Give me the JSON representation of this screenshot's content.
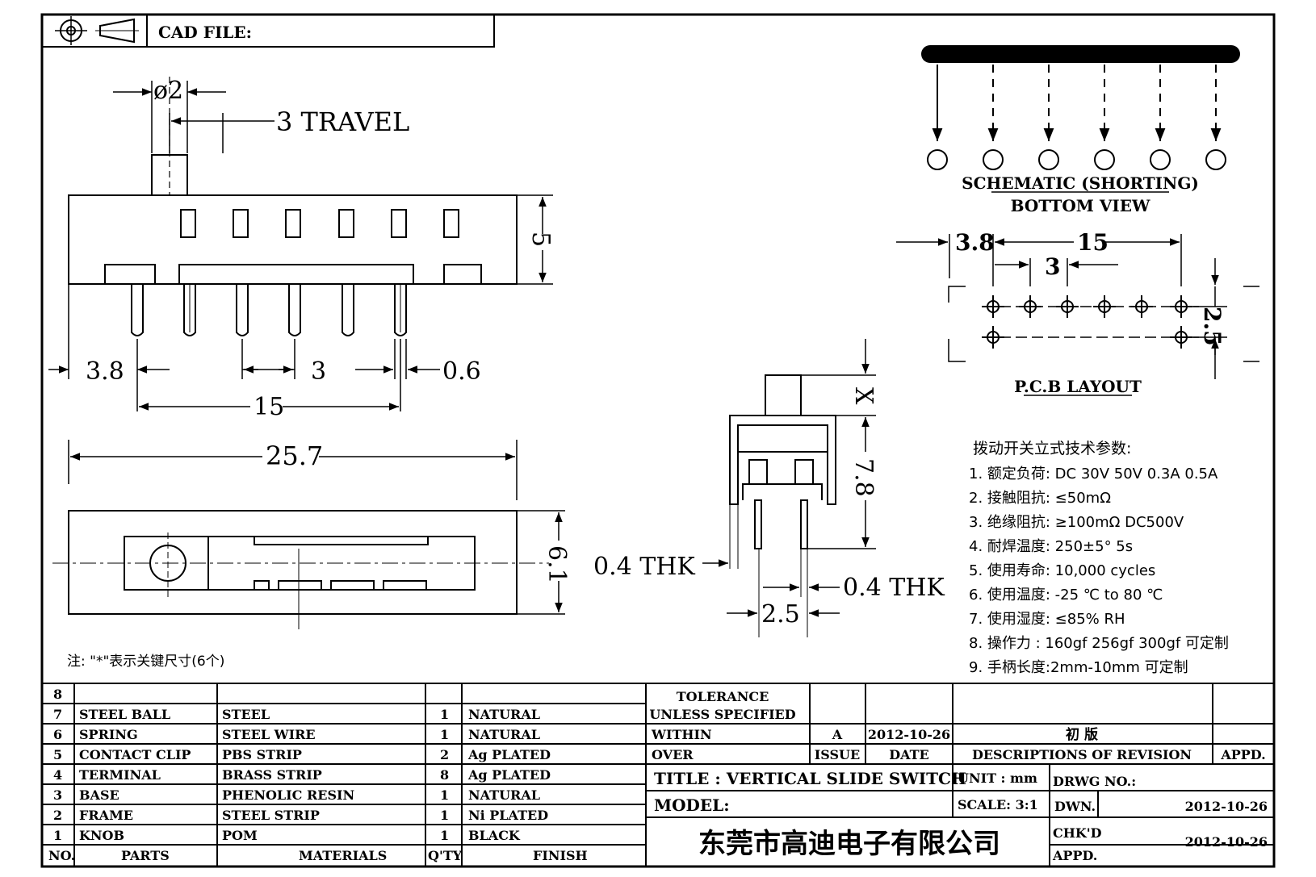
{
  "header": {
    "cad_file_label": "CAD FILE:"
  },
  "dims": {
    "phi2": "ø2",
    "travel": "3 TRAVEL",
    "h5": "5",
    "d38_front": "3.8",
    "d3_front": "3",
    "d06_front": "0.6",
    "d15_front": "15",
    "d257": "25.7",
    "d61": "6.1",
    "side_x": "X",
    "side_78": "7.8",
    "side_04_left": "0.4  THK",
    "side_04_right": "0.4  THK",
    "side_25": "2.5",
    "pcb_38": "3.8",
    "pcb_15": "15",
    "pcb_3": "3",
    "pcb_25": "2.5"
  },
  "schematic": {
    "title": "SCHEMATIC (SHORTING)",
    "subtitle": "BOTTOM  VIEW"
  },
  "pcb": {
    "title": "P.C.B LAYOUT"
  },
  "specs": {
    "heading": "拨动开关立式技术参数:",
    "items": [
      "1.  额定负荷: DC 30V    50V    0.3A    0.5A",
      "2.  接触阻抗:  ≤50mΩ",
      "3.  绝缘阻抗:  ≥100mΩ   DC500V",
      "4.  耐焊温度: 250±5°  5s",
      "5.  使用寿命: 10,000 cycles",
      "6.  使用温度: -25  ℃  to 80  ℃",
      "7.  使用湿度:  ≤85% RH",
      "8.  操作力 : 160gf    256gf    300gf  可定制",
      "9.  手柄长度:2mm-10mm   可定制"
    ]
  },
  "note": "注: \"*\"表示关键尺寸(6个)",
  "bom": {
    "rows": [
      {
        "no": "8",
        "part": "",
        "material": "",
        "qty": "",
        "finish": ""
      },
      {
        "no": "7",
        "part": "STEEL BALL",
        "material": "STEEL",
        "qty": "1",
        "finish": "NATURAL"
      },
      {
        "no": "6",
        "part": "SPRING",
        "material": "STEEL WIRE",
        "qty": "1",
        "finish": "NATURAL"
      },
      {
        "no": "5",
        "part": "CONTACT CLIP",
        "material": "PBS STRIP",
        "qty": "2",
        "finish": "Ag PLATED"
      },
      {
        "no": "4",
        "part": "TERMINAL",
        "material": "BRASS STRIP",
        "qty": "8",
        "finish": "Ag PLATED"
      },
      {
        "no": "3",
        "part": "BASE",
        "material": "PHENOLIC RESIN",
        "qty": "1",
        "finish": "NATURAL"
      },
      {
        "no": "2",
        "part": "FRAME",
        "material": "STEEL STRIP",
        "qty": "1",
        "finish": "Ni PLATED"
      },
      {
        "no": "1",
        "part": "KNOB",
        "material": "POM",
        "qty": "1",
        "finish": "BLACK"
      }
    ],
    "headers": {
      "no": "NO.",
      "parts": "PARTS",
      "materials": "MATERIALS",
      "qty": "Q'TY",
      "finish": "FINISH"
    }
  },
  "titleblock": {
    "tolerance": "TOLERANCE",
    "unless": "UNLESS   SPECIFIED",
    "within": "WITHIN",
    "over": "OVER",
    "rev_issue": "A",
    "rev_date": "2012-10-26",
    "rev_desc": "初  版",
    "issue_label": "ISSUE",
    "date_label": "DATE",
    "desc_label": "DESCRIPTIONS  OF  REVISION",
    "appd_label": "APPD.",
    "title": "TITLE :   VERTICAL  SLIDE  SWITCH",
    "unit": "UNIT :   mm",
    "drwg_no": "DRWG NO.:",
    "model": "MODEL:",
    "scale": "SCALE:   3:1",
    "dwn_label": "DWN.",
    "dwn_date": "2012-10-26",
    "chkd_label": "CHK'D",
    "appd2_label": "APPD.",
    "chkd_date": "2012-10-26",
    "company": "东莞市高迪电子有限公司"
  }
}
